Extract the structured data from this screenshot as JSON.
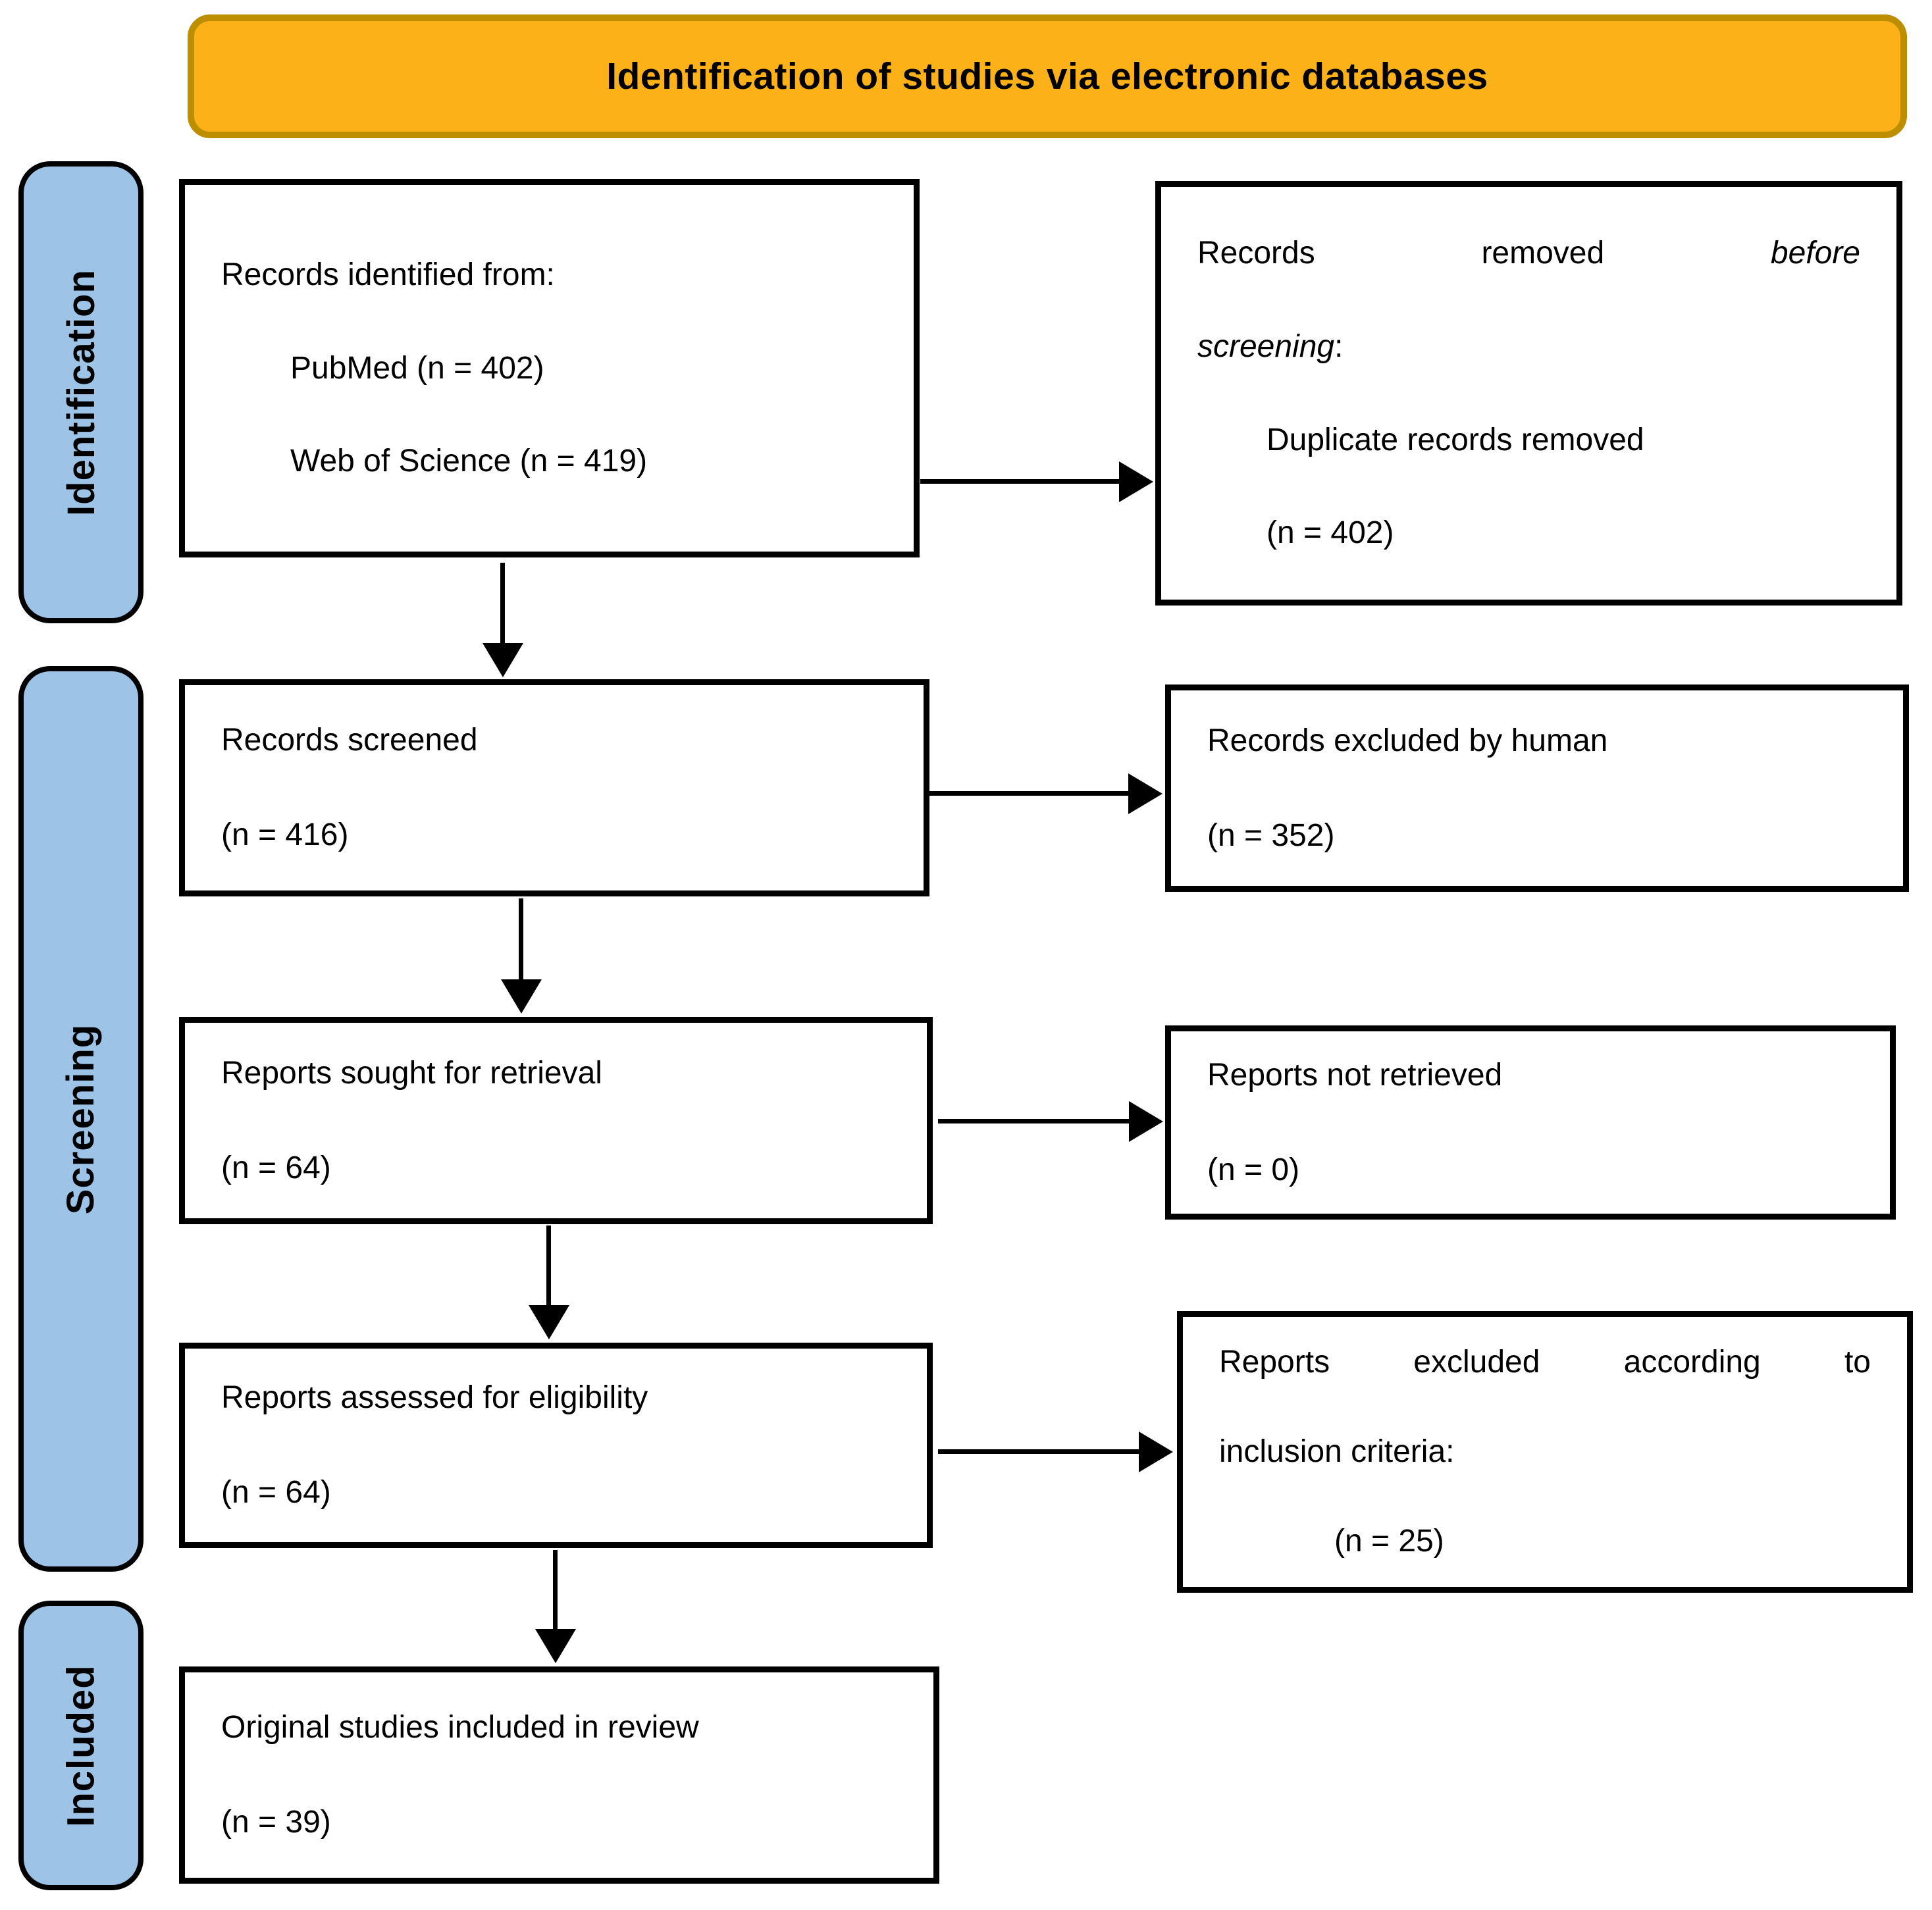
{
  "banner": {
    "title": "Identification of studies via electronic databases"
  },
  "sidebar": {
    "identification_label": "Identification",
    "screening_label": "Screening",
    "included_label": "Included"
  },
  "boxes": {
    "records_identified": {
      "line1": "Records identified from:",
      "line2": "PubMed (n = 402)",
      "line3": "Web of Science (n = 419)"
    },
    "records_removed": {
      "word1": "Records",
      "word2": "removed",
      "word3_italic": "before",
      "line2_italic": "screening",
      "line2_suffix": ":",
      "line3": "Duplicate records removed",
      "line4": "(n = 402)"
    },
    "records_screened": {
      "line1": "Records screened",
      "line2": "(n = 416)"
    },
    "records_excluded_by_human": {
      "line1": "Records excluded by human",
      "line2": "(n = 352)"
    },
    "reports_sought": {
      "line1": "Reports sought for retrieval",
      "line2": "(n = 64)"
    },
    "reports_not_retrieved": {
      "line1": "Reports not retrieved",
      "line2": "(n = 0)"
    },
    "reports_assessed": {
      "line1": "Reports assessed for eligibility",
      "line2": "(n = 64)"
    },
    "reports_excluded_criteria": {
      "word1": "Reports",
      "word2": "excluded",
      "word3": "according",
      "word4": "to",
      "line2": "inclusion criteria:",
      "line3": "(n = 25)"
    },
    "studies_included": {
      "line1": "Original studies included in review",
      "line2": "(n = 39)"
    }
  },
  "colors": {
    "banner_fill": "#FBB117",
    "banner_border": "#BD8E00",
    "sidebar_fill": "#9DC3E6",
    "box_border": "#000000",
    "arrow": "#000000",
    "background": "#FFFFFF"
  }
}
